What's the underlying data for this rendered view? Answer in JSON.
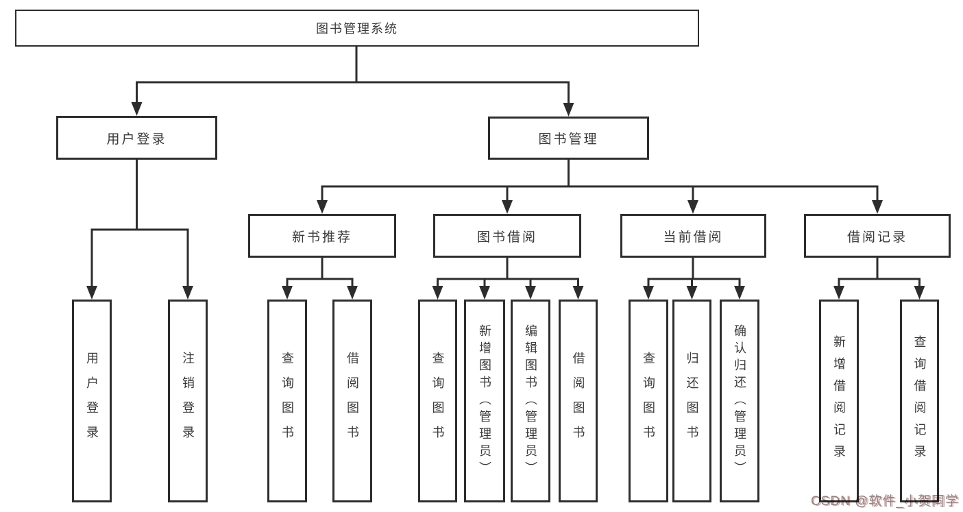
{
  "diagram_title": "图书管理系统",
  "tree": {
    "label": "图书管理系统",
    "children": [
      {
        "label": "用户登录",
        "children": [
          {
            "label": "用户登录"
          },
          {
            "label": "注销登录"
          }
        ]
      },
      {
        "label": "图书管理",
        "children": [
          {
            "label": "新书推荐",
            "children": [
              {
                "label": "查询图书"
              },
              {
                "label": "借阅图书"
              }
            ]
          },
          {
            "label": "图书借阅",
            "children": [
              {
                "label": "查询图书"
              },
              {
                "label": "新增图书（管理员）"
              },
              {
                "label": "编辑图书（管理员）"
              },
              {
                "label": "借阅图书"
              }
            ]
          },
          {
            "label": "当前借阅",
            "children": [
              {
                "label": "查询图书"
              },
              {
                "label": "归还图书"
              },
              {
                "label": "确认归还（管理员）"
              }
            ]
          },
          {
            "label": "借阅记录",
            "children": [
              {
                "label": "新增借阅记录"
              },
              {
                "label": "查询借阅记录"
              }
            ]
          }
        ]
      }
    ]
  },
  "watermark": {
    "text": "CSDN @软件_小贺同学"
  },
  "colors": {
    "background": "#ffffff",
    "box_border": "#2d2d2d",
    "connector_line": "#2d2d2d",
    "text": "#3a3a3a",
    "watermark_gray": "#808080",
    "watermark_red": "#cd5c5c"
  }
}
